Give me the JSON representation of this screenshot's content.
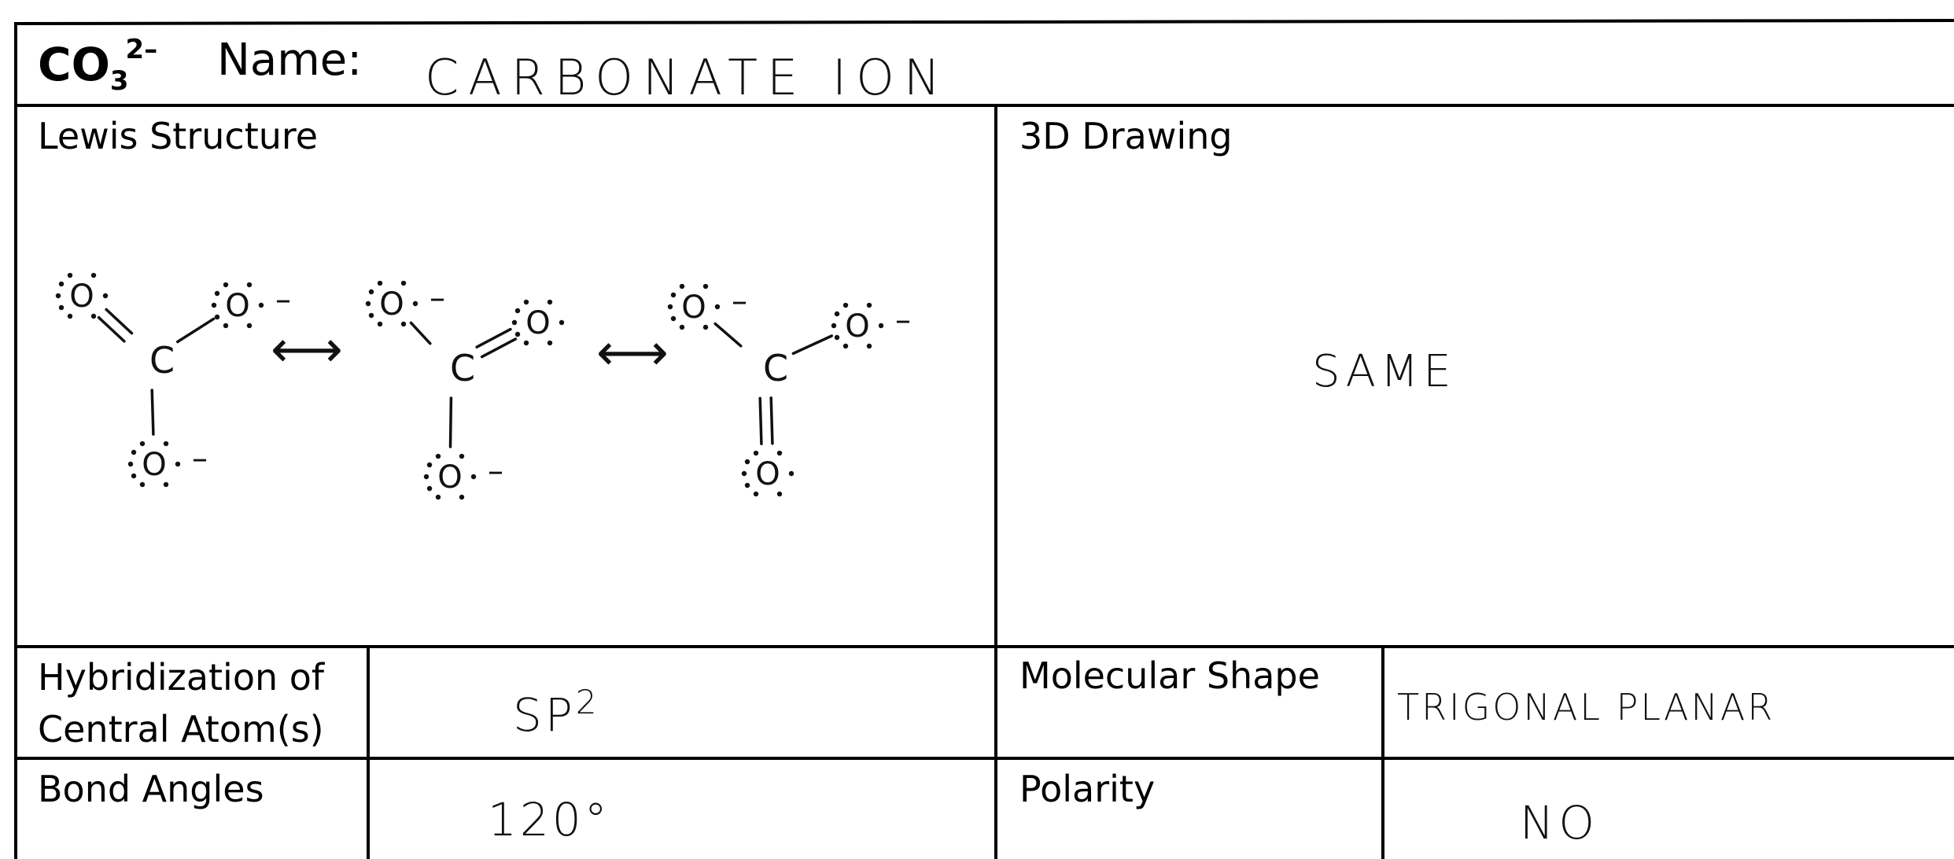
{
  "header": {
    "formula": {
      "base": "CO",
      "subscript": "3",
      "charge": "2–"
    },
    "name_label": "Name:",
    "name_value": "CARBONATE ION"
  },
  "sections": {
    "lewis_structure": {
      "label": "Lewis Structure"
    },
    "drawing_3d": {
      "label": "3D Drawing",
      "value": "SAME"
    }
  },
  "properties": {
    "hybridization": {
      "label_line1": "Hybridization of",
      "label_line2": "Central Atom(s)",
      "value": "SP",
      "value_superscript": "2"
    },
    "molecular_shape": {
      "label": "Molecular Shape",
      "value": "TRIGONAL PLANAR"
    },
    "bond_angles": {
      "label": "Bond Angles",
      "value": "120°"
    },
    "polarity": {
      "label": "Polarity",
      "value": "NO"
    }
  },
  "lewis": {
    "atom_central": "C",
    "atom_outer": "O",
    "charge": "–",
    "resonance_arrow": "⟷"
  }
}
